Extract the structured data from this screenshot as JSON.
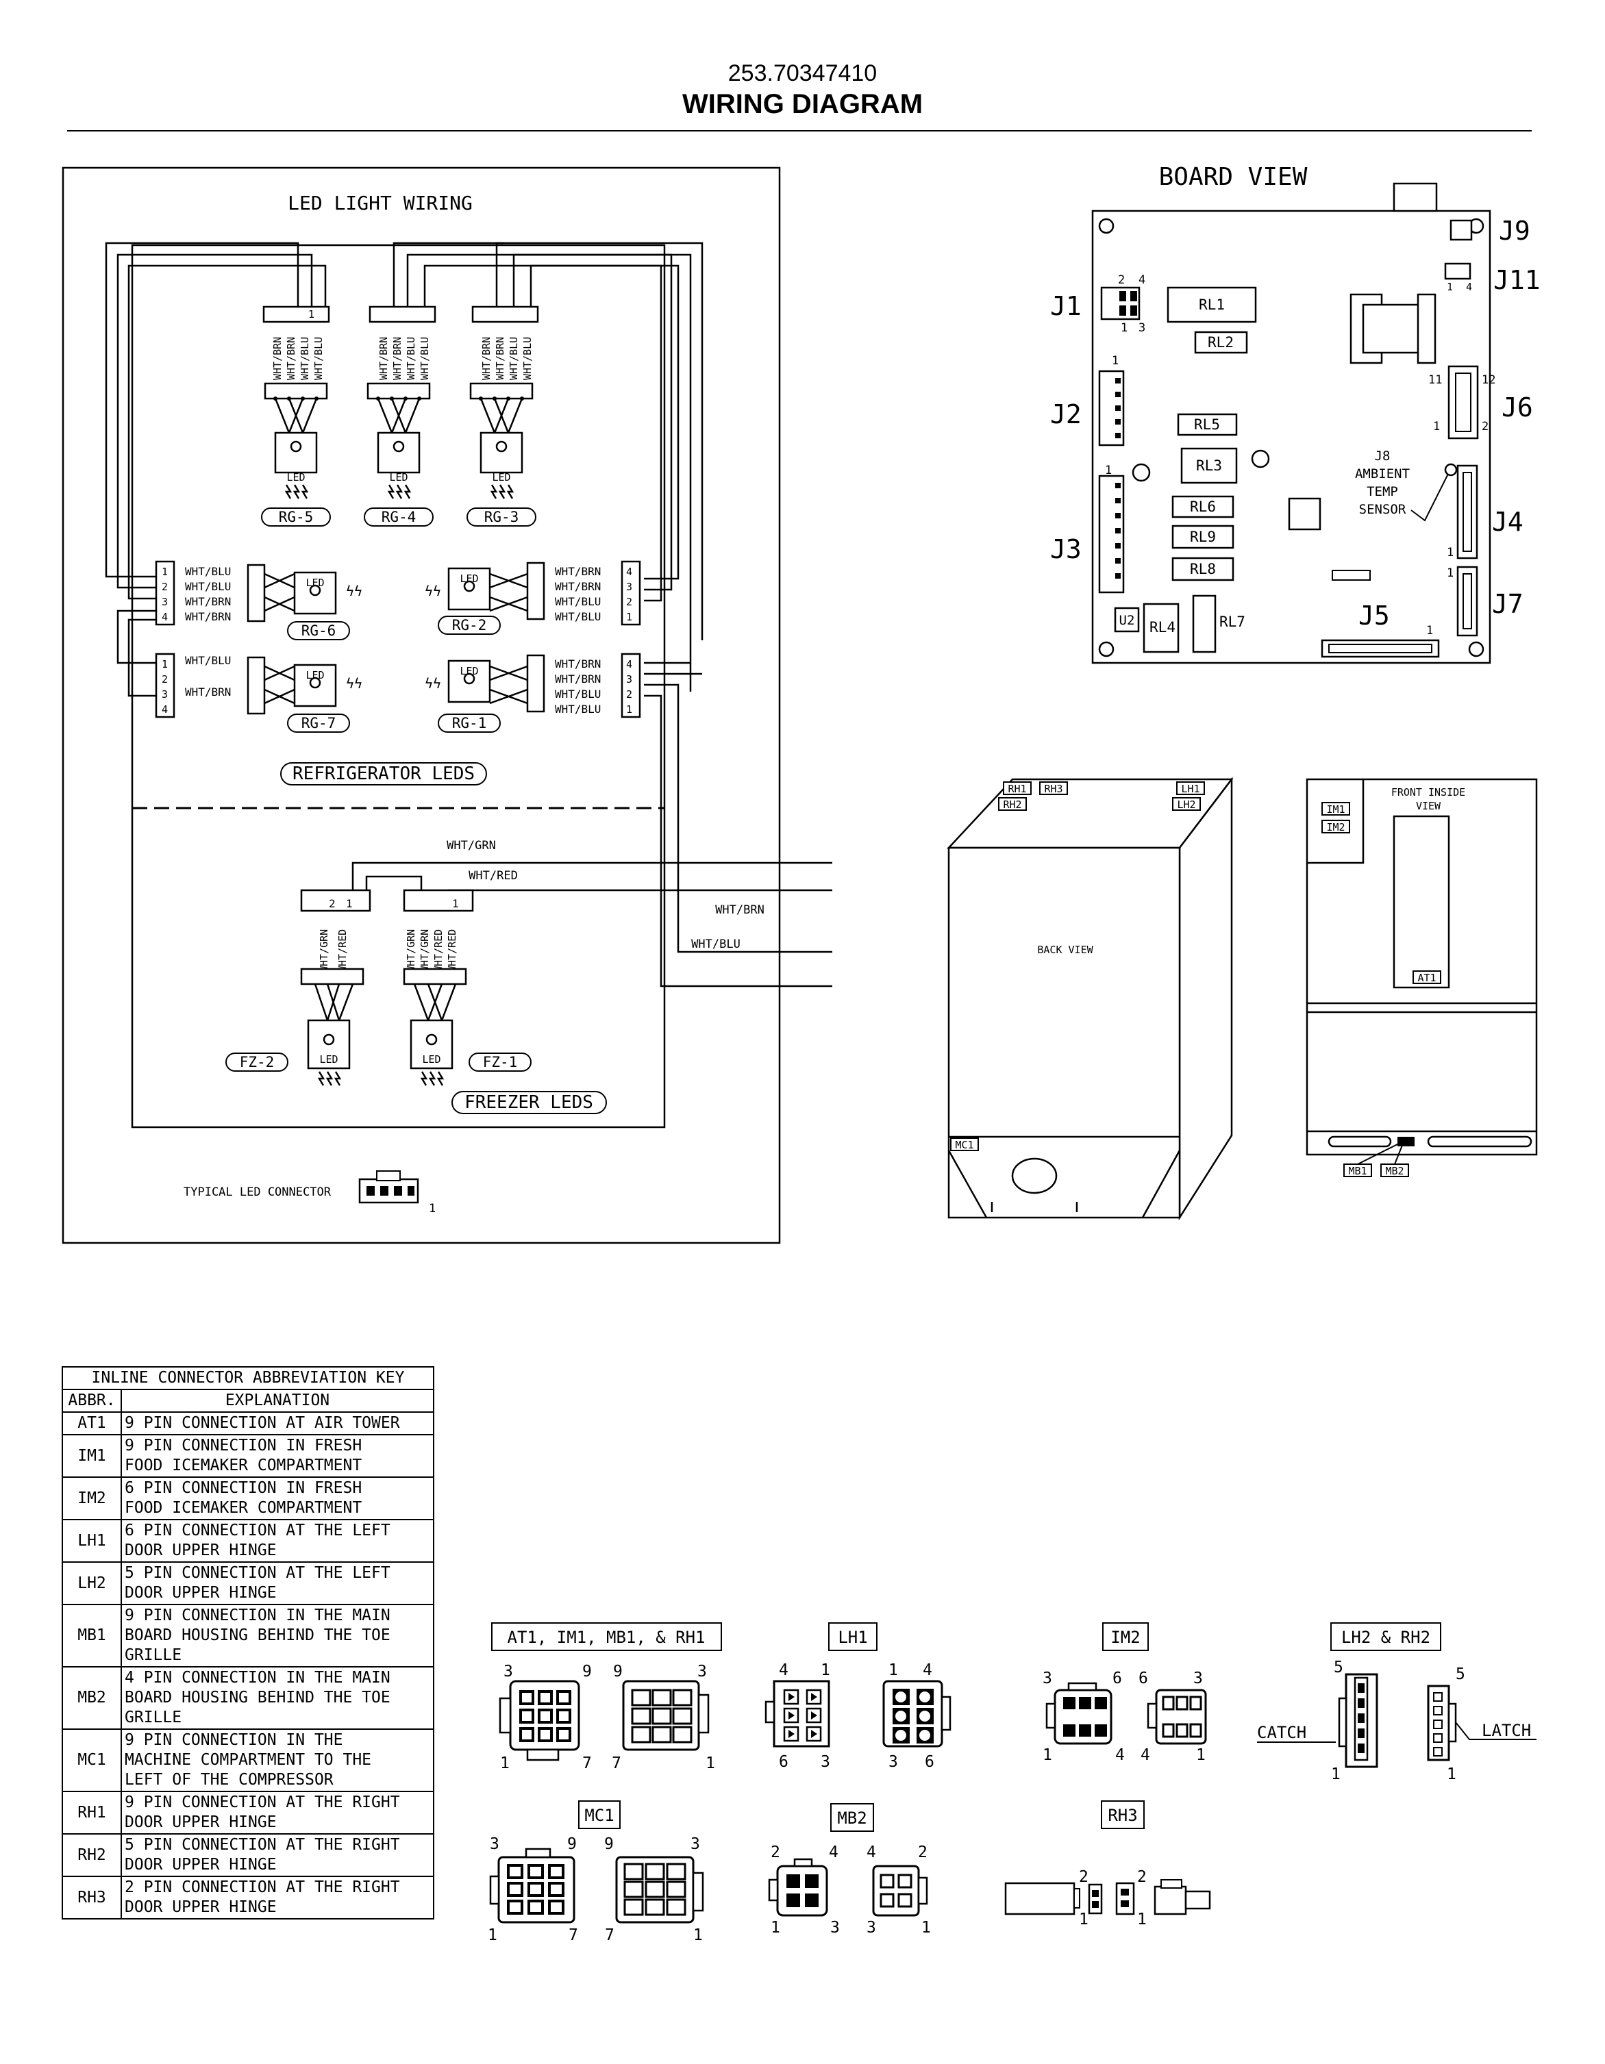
{
  "header": {
    "model": "253.70347410",
    "title": "WIRING DIAGRAM"
  },
  "led_section": {
    "title": "LED LIGHT WIRING",
    "led_text": "LED",
    "pin_numbers": [
      "1",
      "2",
      "3",
      "4"
    ],
    "wires": {
      "blu": "WHT/BLU",
      "brn": "WHT/BRN",
      "grn": "WHT/GRN",
      "red": "WHT/RED"
    },
    "modules": [
      "RG-5",
      "RG-4",
      "RG-3",
      "RG-6",
      "RG-2",
      "RG-7",
      "RG-1",
      "FZ-2",
      "FZ-1"
    ],
    "refrigerator_label": "REFRIGERATOR LEDS",
    "freezer_label": "FREEZER LEDS",
    "typical_connector_label": "TYPICAL LED CONNECTOR",
    "typical_connector_pin": "1"
  },
  "board_view": {
    "title": "BOARD VIEW",
    "connectors": [
      "J1",
      "J2",
      "J3",
      "J4",
      "J5",
      "J6",
      "J7",
      "J9",
      "J11"
    ],
    "relays": [
      "RL1",
      "RL2",
      "RL3",
      "RL4",
      "RL5",
      "RL6",
      "RL7",
      "RL8",
      "RL9"
    ],
    "u2": "U2",
    "sensor_lines": [
      "J8",
      "AMBIENT",
      "TEMP",
      "SENSOR"
    ],
    "pins": {
      "j1": [
        "2",
        "4",
        "1",
        "3"
      ],
      "j2": "1",
      "j3": "1",
      "j4": "1",
      "j5": "1",
      "j6": [
        "11",
        "12",
        "1",
        "2"
      ],
      "j7": "1",
      "j11": [
        "1",
        "4"
      ]
    }
  },
  "back_view": {
    "title": "BACK VIEW",
    "tags": [
      "RH1",
      "RH3",
      "RH2",
      "LH1",
      "LH2",
      "MC1"
    ]
  },
  "front_view": {
    "title_lines": [
      "FRONT INSIDE",
      "VIEW"
    ],
    "tags": [
      "IM1",
      "IM2",
      "AT1",
      "MB1",
      "MB2"
    ]
  },
  "key_table": {
    "title": "INLINE CONNECTOR ABBREVIATION KEY",
    "headers": [
      "ABBR.",
      "EXPLANATION"
    ],
    "rows": [
      {
        "abbr": "AT1",
        "lines": [
          "9 PIN CONNECTION AT AIR TOWER"
        ]
      },
      {
        "abbr": "IM1",
        "lines": [
          "9 PIN CONNECTION IN FRESH",
          "FOOD ICEMAKER COMPARTMENT"
        ]
      },
      {
        "abbr": "IM2",
        "lines": [
          "6 PIN CONNECTION IN FRESH",
          "FOOD ICEMAKER COMPARTMENT"
        ]
      },
      {
        "abbr": "LH1",
        "lines": [
          "6 PIN CONNECTION AT THE LEFT",
          "DOOR UPPER HINGE"
        ]
      },
      {
        "abbr": "LH2",
        "lines": [
          "5 PIN CONNECTION AT THE LEFT",
          "DOOR UPPER HINGE"
        ]
      },
      {
        "abbr": "MB1",
        "lines": [
          "9 PIN CONNECTION IN THE MAIN",
          "BOARD HOUSING BEHIND THE TOE",
          "GRILLE"
        ]
      },
      {
        "abbr": "MB2",
        "lines": [
          "4 PIN CONNECTION IN THE MAIN",
          "BOARD HOUSING BEHIND THE TOE",
          "GRILLE"
        ]
      },
      {
        "abbr": "MC1",
        "lines": [
          "9 PIN CONNECTION IN THE",
          "MACHINE COMPARTMENT TO THE",
          "LEFT OF THE COMPRESSOR"
        ]
      },
      {
        "abbr": "RH1",
        "lines": [
          "9 PIN CONNECTION AT THE RIGHT",
          "DOOR UPPER HINGE"
        ]
      },
      {
        "abbr": "RH2",
        "lines": [
          "5 PIN CONNECTION AT THE RIGHT",
          "DOOR UPPER HINGE"
        ]
      },
      {
        "abbr": "RH3",
        "lines": [
          "2 PIN CONNECTION AT THE RIGHT",
          "DOOR UPPER HINGE"
        ]
      }
    ]
  },
  "connector_diagrams": {
    "group1": "AT1, IM1, MB1, & RH1",
    "lh1": "LH1",
    "im2": "IM2",
    "lh2rh2": "LH2 & RH2",
    "mc1": "MC1",
    "mb2": "MB2",
    "rh3": "RH3",
    "catch": "CATCH",
    "latch": "LATCH",
    "nums": {
      "n1": "1",
      "n2": "2",
      "n3": "3",
      "n4": "4",
      "n5": "5",
      "n6": "6",
      "n7": "7",
      "n9": "9"
    }
  }
}
